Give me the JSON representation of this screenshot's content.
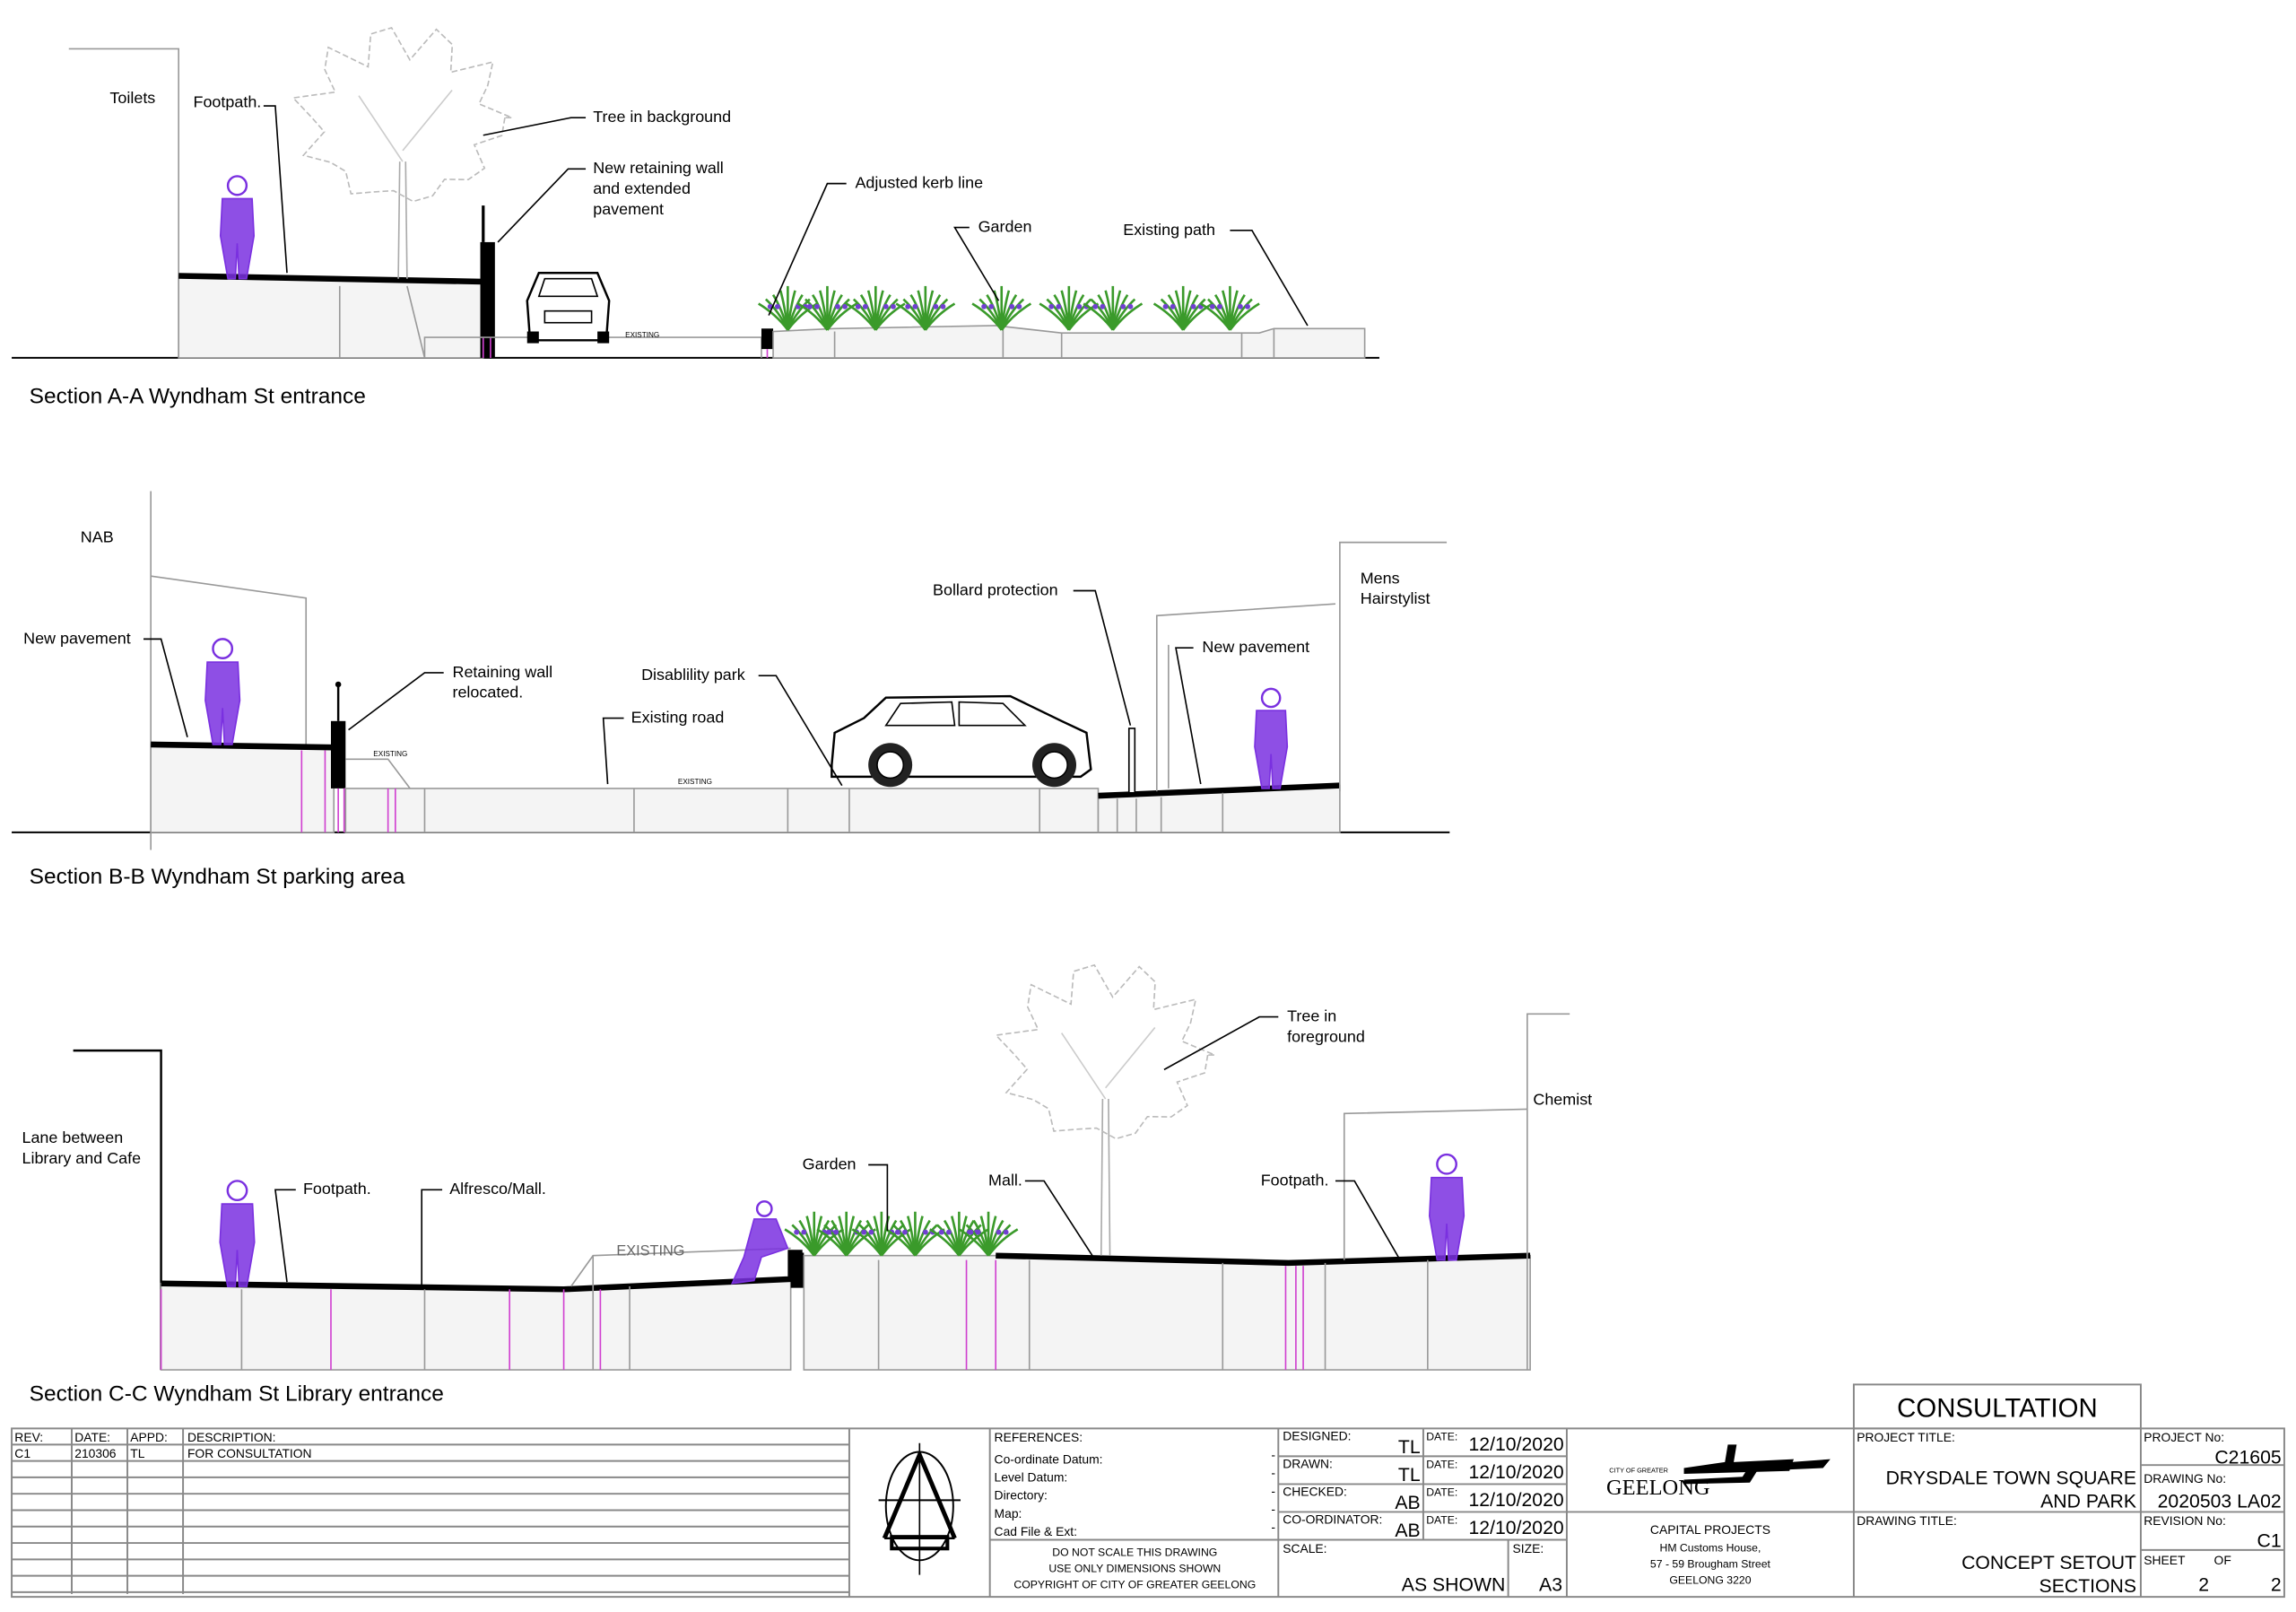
{
  "sections": [
    {
      "title": "Section A-A Wyndham St entrance",
      "labels": {
        "toilets": "Toilets",
        "footpath": "Footpath.",
        "tree": "Tree in background",
        "wall1": "New retaining wall",
        "wall2": "and extended",
        "wall3": "pavement",
        "kerb": "Adjusted kerb line",
        "garden": "Garden",
        "path": "Existing path",
        "existing": "EXISTING"
      }
    },
    {
      "title": "Section B-B Wyndham St parking area",
      "labels": {
        "nab": "NAB",
        "pavement_left": "New pavement",
        "wall1": "Retaining wall",
        "wall2": "relocated.",
        "disability": "Disablility park",
        "road": "Existing road",
        "bollard": "Bollard protection",
        "mens1": "Mens",
        "mens2": "Hairstylist",
        "pavement_right": "New pavement",
        "existing1": "EXISTING",
        "existing2": "EXISTING"
      }
    },
    {
      "title": "Section C-C Wyndham St Library entrance",
      "labels": {
        "lane1": "Lane between",
        "lane2": "Library and Cafe",
        "footpath_left": "Footpath.",
        "alfresco": "Alfresco/Mall.",
        "existing": "EXISTING",
        "garden": "Garden",
        "mall": "Mall.",
        "tree1": "Tree in",
        "tree2": "foreground",
        "footpath_right": "Footpath.",
        "chemist": "Chemist"
      }
    }
  ],
  "title_block": {
    "status": "CONSULTATION",
    "revisions": {
      "headers": [
        "REV:",
        "DATE:",
        "APPD:",
        "DESCRIPTION:"
      ],
      "rows": [
        [
          "C1",
          "210306",
          "TL",
          "FOR CONSULTATION"
        ]
      ]
    },
    "references": {
      "heading": "REFERENCES:",
      "items": [
        {
          "label": "Co-ordinate Datum:",
          "value": "-"
        },
        {
          "label": "Level Datum:",
          "value": "-"
        },
        {
          "label": "Directory:",
          "value": "-"
        },
        {
          "label": "Map:",
          "value": "-"
        },
        {
          "label": "Cad File & Ext:",
          "value": "-"
        }
      ],
      "notice": [
        "DO NOT SCALE THIS DRAWING",
        "USE ONLY DIMENSIONS SHOWN",
        "COPYRIGHT OF CITY OF GREATER GEELONG"
      ]
    },
    "signoff": [
      {
        "role": "DESIGNED:",
        "initials": "TL",
        "date_label": "DATE:",
        "date": "12/10/2020"
      },
      {
        "role": "DRAWN:",
        "initials": "TL",
        "date_label": "DATE:",
        "date": "12/10/2020"
      },
      {
        "role": "CHECKED:",
        "initials": "AB",
        "date_label": "DATE:",
        "date": "12/10/2020"
      },
      {
        "role": "CO-ORDINATOR:",
        "initials": "AB",
        "date_label": "DATE:",
        "date": "12/10/2020"
      }
    ],
    "scale_label": "SCALE:",
    "scale": "AS SHOWN",
    "size_label": "SIZE:",
    "size": "A3",
    "logo": {
      "small": "CITY OF GREATER",
      "name": "GEELONG"
    },
    "office": [
      "CAPITAL PROJECTS",
      "HM Customs House,",
      "57 - 59 Brougham Street",
      "GEELONG 3220"
    ],
    "project_title_label": "PROJECT TITLE:",
    "project_title": [
      "DRYSDALE TOWN SQUARE",
      "AND PARK"
    ],
    "drawing_title_label": "DRAWING TITLE:",
    "drawing_title": [
      "CONCEPT SETOUT",
      "SECTIONS"
    ],
    "project_no_label": "PROJECT No:",
    "project_no": "C21605",
    "drawing_no_label": "DRAWING No:",
    "drawing_no": "2020503 LA02",
    "revision_no_label": "REVISION No:",
    "revision_no": "C1",
    "sheet_label": "SHEET",
    "of_label": "OF",
    "sheet": "2",
    "sheet_total": "2"
  }
}
